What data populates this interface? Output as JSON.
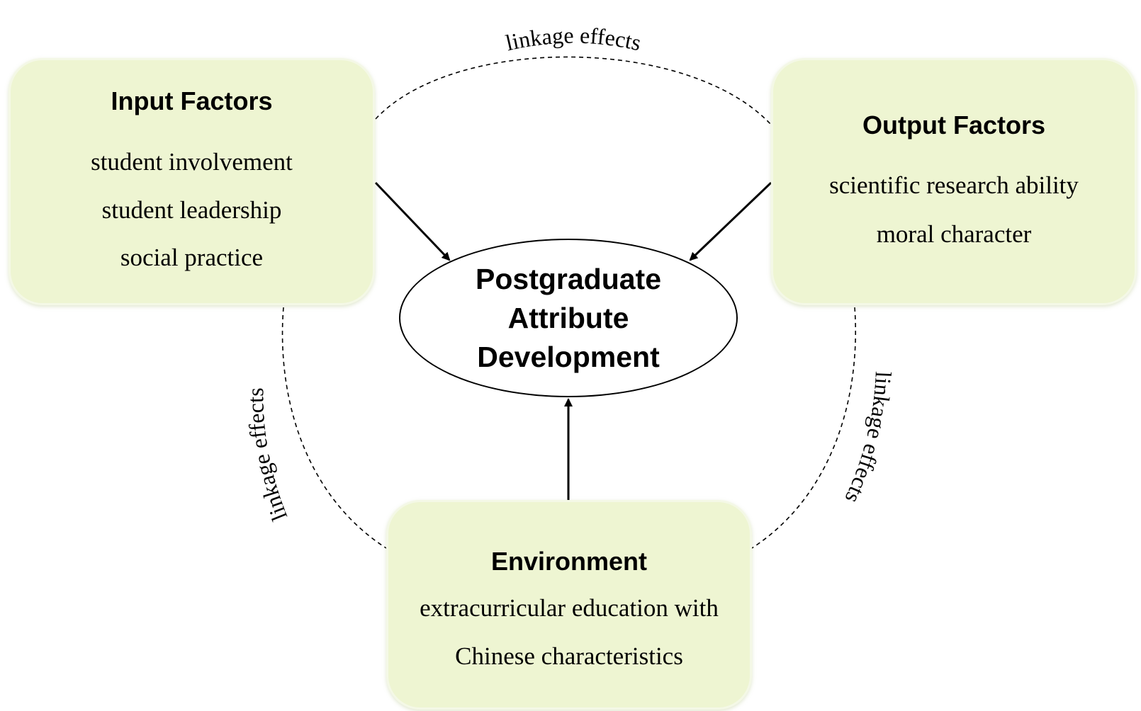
{
  "center": {
    "lines": [
      "Postgraduate",
      "Attribute",
      "Development"
    ]
  },
  "input_factors": {
    "title": "Input Factors",
    "items": [
      "student involvement",
      "student leadership",
      "social practice"
    ]
  },
  "output_factors": {
    "title": "Output Factors",
    "items": [
      "scientific research ability",
      "moral character"
    ]
  },
  "environment": {
    "title": "Environment",
    "items": [
      "extracurricular education with",
      "Chinese characteristics"
    ]
  },
  "linkages": {
    "top": "linkage effects",
    "left": "linkage effects",
    "right": "linkage effects"
  },
  "colors": {
    "box_fill": "#eef5d2",
    "line": "#000000"
  }
}
